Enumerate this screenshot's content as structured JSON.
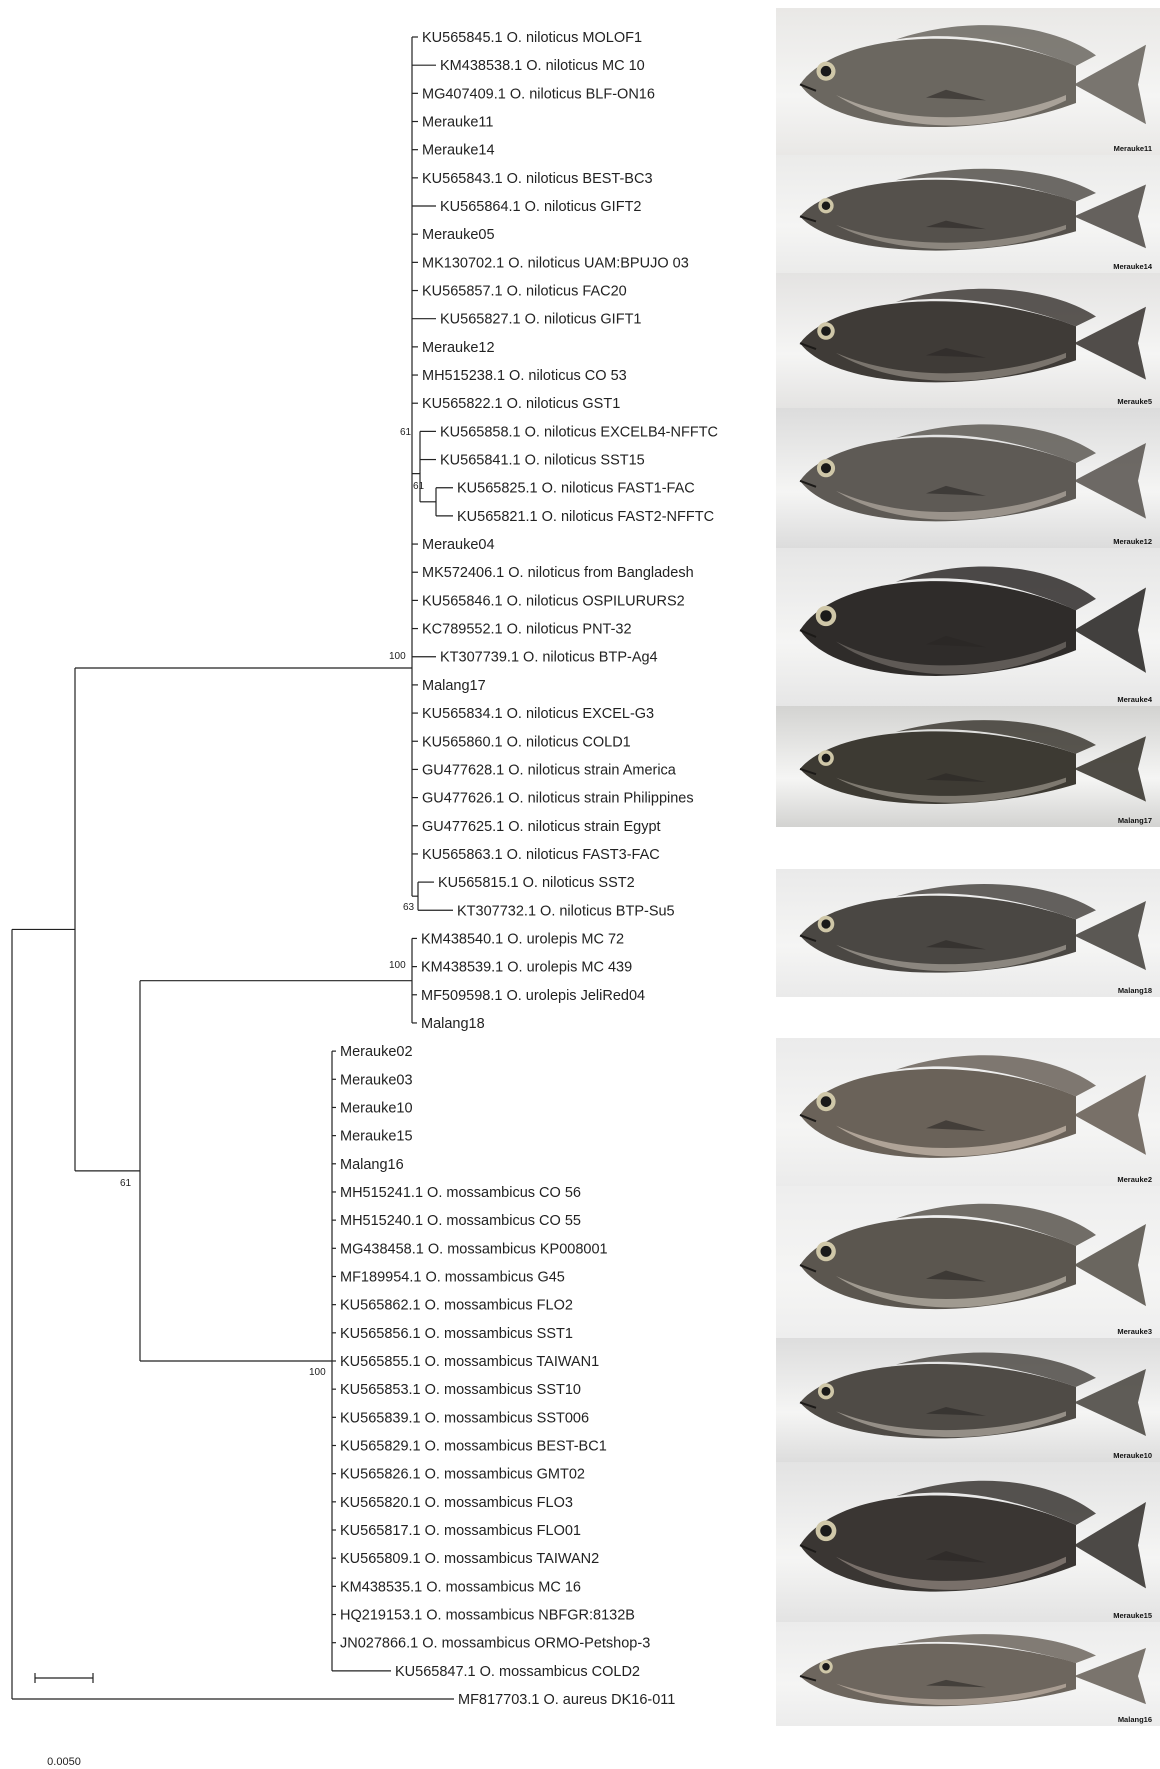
{
  "tree": {
    "leaves": [
      {
        "label": "KU565845.1 O. niloticus MOLOF1"
      },
      {
        "label": "KM438538.1 O. niloticus MC 10"
      },
      {
        "label": "MG407409.1 O. niloticus BLF-ON16"
      },
      {
        "label": "Merauke11"
      },
      {
        "label": "Merauke14"
      },
      {
        "label": "KU565843.1 O. niloticus BEST-BC3"
      },
      {
        "label": "KU565864.1 O. niloticus GIFT2"
      },
      {
        "label": "Merauke05"
      },
      {
        "label": "MK130702.1 O. niloticus UAM:BPUJO 03"
      },
      {
        "label": "KU565857.1 O. niloticus FAC20"
      },
      {
        "label": "KU565827.1 O. niloticus GIFT1"
      },
      {
        "label": "Merauke12"
      },
      {
        "label": "MH515238.1 O. niloticus CO 53"
      },
      {
        "label": "KU565822.1 O. niloticus GST1"
      },
      {
        "label": "KU565858.1 O. niloticus EXCELB4-NFFTC"
      },
      {
        "label": "KU565841.1 O. niloticus SST15"
      },
      {
        "label": "KU565825.1 O. niloticus FAST1-FAC"
      },
      {
        "label": "KU565821.1 O. niloticus FAST2-NFFTC"
      },
      {
        "label": "Merauke04"
      },
      {
        "label": "MK572406.1 O. niloticus from Bangladesh"
      },
      {
        "label": "KU565846.1 O. niloticus OSPILURURS2"
      },
      {
        "label": "KC789552.1 O. niloticus PNT-32"
      },
      {
        "label": "KT307739.1 O. niloticus BTP-Ag4"
      },
      {
        "label": "Malang17"
      },
      {
        "label": "KU565834.1 O. niloticus EXCEL-G3"
      },
      {
        "label": "KU565860.1 O. niloticus COLD1"
      },
      {
        "label": "GU477628.1 O. niloticus strain America"
      },
      {
        "label": "GU477626.1 O. niloticus strain Philippines"
      },
      {
        "label": "GU477625.1 O. niloticus strain Egypt"
      },
      {
        "label": "KU565863.1 O. niloticus FAST3-FAC"
      },
      {
        "label": "KU565815.1 O. niloticus SST2"
      },
      {
        "label": "KT307732.1 O. niloticus BTP-Su5"
      },
      {
        "label": "KM438540.1 O. urolepis MC 72"
      },
      {
        "label": "KM438539.1 O. urolepis MC 439"
      },
      {
        "label": "MF509598.1 O. urolepis JeliRed04"
      },
      {
        "label": "Malang18"
      },
      {
        "label": "Merauke02"
      },
      {
        "label": "Merauke03"
      },
      {
        "label": "Merauke10"
      },
      {
        "label": "Merauke15"
      },
      {
        "label": "Malang16"
      },
      {
        "label": "MH515241.1 O. mossambicus CO 56"
      },
      {
        "label": "MH515240.1 O. mossambicus CO 55"
      },
      {
        "label": "MG438458.1 O. mossambicus KP008001"
      },
      {
        "label": "MF189954.1 O. mossambicus G45"
      },
      {
        "label": "KU565862.1 O. mossambicus FLO2"
      },
      {
        "label": "KU565856.1 O. mossambicus SST1"
      },
      {
        "label": "KU565855.1 O. mossambicus TAIWAN1"
      },
      {
        "label": "KU565853.1 O. mossambicus SST10"
      },
      {
        "label": "KU565839.1 O. mossambicus SST006"
      },
      {
        "label": "KU565829.1 O. mossambicus BEST-BC1"
      },
      {
        "label": "KU565826.1 O. mossambicus GMT02"
      },
      {
        "label": "KU565820.1 O. mossambicus FLO3"
      },
      {
        "label": "KU565817.1 O. mossambicus FLO01"
      },
      {
        "label": "KU565809.1 O. mossambicus TAIWAN2"
      },
      {
        "label": "KM438535.1 O. mossambicus MC 16"
      },
      {
        "label": "HQ219153.1 O. mossambicus NBFGR:8132B"
      },
      {
        "label": "JN027866.1 O. mossambicus ORMO-Petshop-3"
      },
      {
        "label": "KU565847.1 O. mossambicus COLD2"
      },
      {
        "label": "MF817703.1 O. aureus DK16-011"
      }
    ],
    "bootstrap": {
      "n61a": "61",
      "n61b": "61",
      "n100a": "100",
      "n63": "63",
      "n100b": "100",
      "n61c": "61",
      "n100c": "100"
    },
    "scale_bar": "0.0050"
  },
  "photos": [
    {
      "caption": "Merauke11",
      "bg": "#e9e8e6",
      "body": "#6b6760",
      "belly": "#b9b2a8"
    },
    {
      "caption": "Merauke14",
      "bg": "#ebebea",
      "body": "#55514c",
      "belly": "#9a948b"
    },
    {
      "caption": "Merauke5",
      "bg": "#e4e3e2",
      "body": "#3f3b37",
      "belly": "#8a837b"
    },
    {
      "caption": "Merauke12",
      "bg": "#dcdcdc",
      "body": "#5e5a55",
      "belly": "#a9a199"
    },
    {
      "caption": "Merauke4",
      "bg": "#e6e6e6",
      "body": "#2f2c2a",
      "belly": "#6b6661"
    },
    {
      "caption": "Malang17",
      "bg": "#d3d3d1",
      "body": "#3d3a33",
      "belly": "#8e8a7f"
    },
    {
      "caption": "Malang18",
      "bg": "#eaeaea",
      "body": "#4a4743",
      "belly": "#9b968e"
    },
    {
      "caption": "Merauke2",
      "bg": "#ebebeb",
      "body": "#6a6259",
      "belly": "#c0b4a6"
    },
    {
      "caption": "Merauke3",
      "bg": "#eeeeee",
      "body": "#5b564f",
      "belly": "#b2aba0"
    },
    {
      "caption": "Merauke10",
      "bg": "#dddddd",
      "body": "#4f4b46",
      "belly": "#a6a097"
    },
    {
      "caption": "Merauke15",
      "bg": "#e3e3e3",
      "body": "#3a3633",
      "belly": "#8a8078"
    },
    {
      "caption": "Malang16",
      "bg": "#ececec",
      "body": "#6d665e",
      "belly": "#b8ab9f"
    }
  ]
}
